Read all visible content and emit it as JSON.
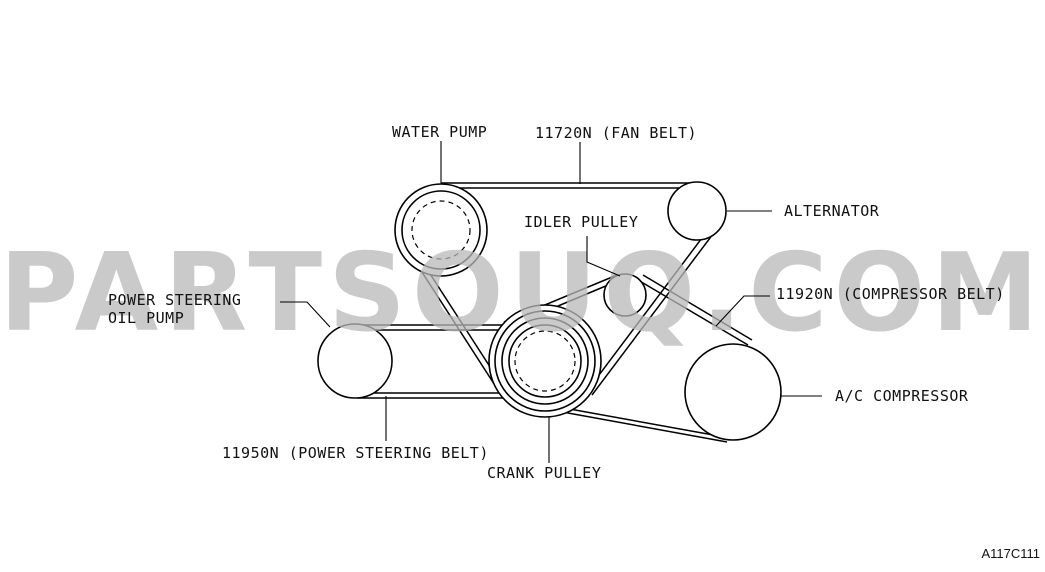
{
  "watermark": "PARTSOUQ.COM",
  "labels": {
    "water_pump": "WATER PUMP",
    "fan_belt": "11720N (FAN BELT)",
    "alternator": "ALTERNATOR",
    "idler_pulley": "IDLER PULLEY",
    "compressor_belt": "11920N (COMPRESSOR BELT)",
    "ps_pump_line1": "POWER STEERING",
    "ps_pump_line2": "OIL PUMP",
    "ac_compressor": "A/C COMPRESSOR",
    "ps_belt": "11950N (POWER STEERING BELT)",
    "crank_pulley": "CRANK PULLEY"
  },
  "diagram_code": "A117C111"
}
